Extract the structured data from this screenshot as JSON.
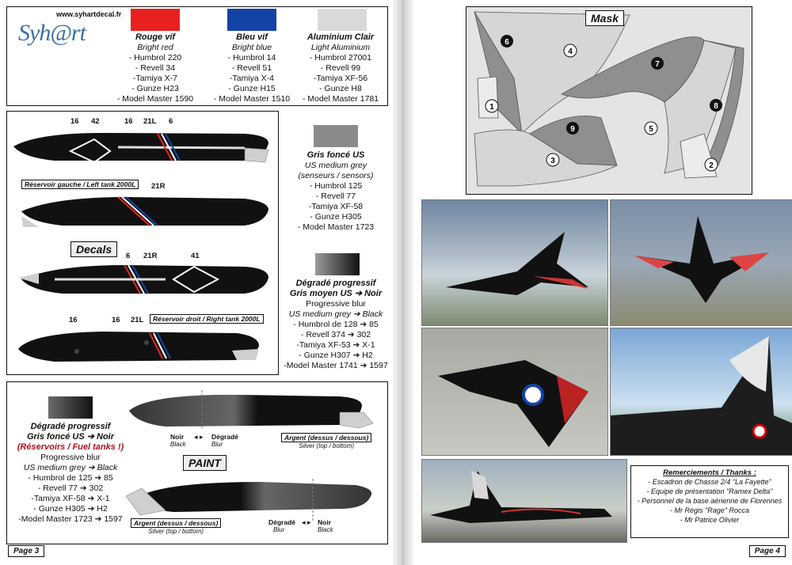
{
  "brand": {
    "url": "www.syhartdecal.fr",
    "logo_text": "Syh@rt"
  },
  "colors": {
    "red": "#e8211f",
    "blue": "#1443a6",
    "silver": "#d9d9d9",
    "grey": "#8a8a8a",
    "black": "#111111"
  },
  "paints": [
    {
      "name": "Rouge vif",
      "translation": "Bright red",
      "refs": [
        "- Humbrol 220",
        "- Revell 34",
        "-Tamiya X-7",
        "- Gunze H23",
        "- Model Master 1590"
      ]
    },
    {
      "name": "Bleu vif",
      "translation": "Bright blue",
      "refs": [
        "- Humbrol 14",
        "- Revell 51",
        "-Tamiya X-4",
        "- Gunze H15",
        "- Model Master 1510"
      ]
    },
    {
      "name": "Aluminium Clair",
      "translation": "Light Aluminium",
      "refs": [
        "- Humbrol 27001",
        "- Revell 99",
        "-Tamiya XF-56",
        "- Gunze H8",
        "- Model Master 1781"
      ]
    }
  ],
  "grey_paint": {
    "name": "Gris foncé US",
    "translation": "US medium grey",
    "note": "(senseurs / sensors)",
    "refs": [
      "- Humbrol 125",
      "- Revell 77",
      "-Tamiya XF-58",
      "- Gunze H305",
      "- Model Master 1723"
    ]
  },
  "blur_paint_1": {
    "name": "Dégradé progressif",
    "sub": "Gris moyen US ➔ Noir",
    "title_en": "Progressive blur",
    "sub_en": "US medium grey ➔ Black",
    "refs": [
      "- Humbrol de 128 ➔ 85",
      "- Revell 374 ➔ 302",
      "-Tamiya XF-53 ➔ X-1",
      "- Gunze H307 ➔ H2",
      "-Model Master 1741 ➔ 1597"
    ]
  },
  "blur_paint_2": {
    "name": "Dégradé progressif",
    "sub": "Gris foncé US ➔ Noir",
    "note": "(Réservoirs / Fuel tanks !)",
    "title_en": "Progressive blur",
    "sub_en": "US medium grey ➔ Black",
    "refs": [
      "- Humbrol de 125 ➔ 85",
      "- Revell 77 ➔ 302",
      "-Tamiya XF-58 ➔ X-1",
      "- Gunze H305 ➔ H2",
      "-Model Master 1723 ➔ 1597"
    ]
  },
  "decals_section": {
    "title": "Decals",
    "left_tank_label": "Réservoir gauche / Left tank 2000L",
    "right_tank_label": "Réservoir droit / Right tank 2000L",
    "callouts_1": [
      "16",
      "42",
      "16",
      "21L",
      "6"
    ],
    "callouts_2": [
      "21R"
    ],
    "callouts_3": [
      "6",
      "21R",
      "41"
    ],
    "callouts_4": [
      "16",
      "16",
      "21L"
    ]
  },
  "paint_section": {
    "title": "PAINT",
    "noir": "Noir",
    "black": "Black",
    "degrade": "Dégradé",
    "blur": "Blur",
    "argent": "Argent (dessus / dessous)",
    "silver": "Silver (top / bottom)"
  },
  "mask": {
    "title": "Mask",
    "numbers": [
      "1",
      "2",
      "3",
      "4",
      "5",
      "6",
      "7",
      "8",
      "9"
    ]
  },
  "thanks": {
    "title": "Remerciements / Thanks :",
    "lines": [
      "- Escadron de Chasse 2/4 \"La Fayette\"",
      "- Equipe de présentation \"Ramex Delta\"",
      "- Personnel de la base aérienne de Florennes",
      "- Mr Régis \"Rage\" Rocca",
      "- Mr Patrice Olivier"
    ]
  },
  "pages": {
    "left": "Page 3",
    "right": "Page 4"
  }
}
